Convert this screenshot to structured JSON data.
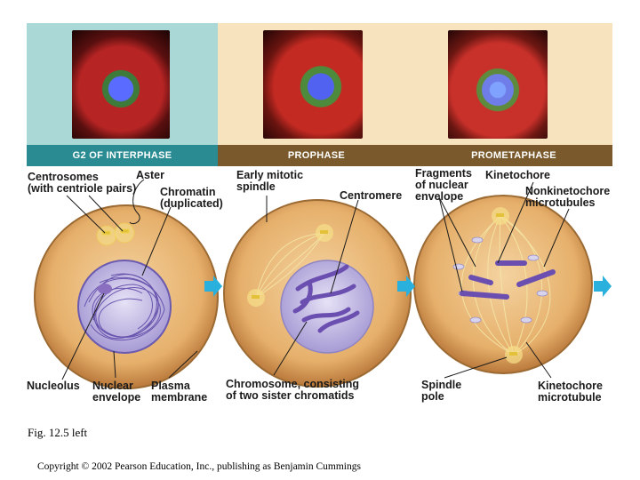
{
  "figure": {
    "caption": "Fig. 12.5 left",
    "copyright": "Copyright © 2002 Pearson Education, Inc., publishing as Benjamin Cummings"
  },
  "colors": {
    "panel_interphase": "#a9d8d6",
    "panel_other": "#f7e3bd",
    "band_interphase": "#2a8b93",
    "band_other": "#7a5a2c",
    "cell_fill": "#e8b878",
    "nucleus_fill": "#c9c2e6",
    "chromosome": "#6b4fb0",
    "arrow": "#2ab0dc"
  },
  "phases": [
    {
      "name": "G2 OF INTERPHASE",
      "labels": {
        "centrosomes": "Centrosomes\n(with centriole pairs)",
        "aster": "Aster",
        "chromatin": "Chromatin\n(duplicated)",
        "nucleolus": "Nucleolus",
        "nuclear_envelope": "Nuclear\nenvelope",
        "plasma_membrane": "Plasma\nmembrane"
      }
    },
    {
      "name": "PROPHASE",
      "labels": {
        "early_spindle": "Early mitotic\nspindle",
        "centromere": "Centromere",
        "chromosome": "Chromosome, consisting\nof two sister chromatids"
      }
    },
    {
      "name": "PROMETAPHASE",
      "labels": {
        "fragments": "Fragments\nof nuclear\nenvelope",
        "kinetochore": "Kinetochore",
        "nonkinetochore": "Nonkinetochore\nmicrotubules",
        "spindle_pole": "Spindle\npole",
        "kinetochore_microtubule": "Kinetochore\nmicrotubule"
      }
    }
  ]
}
